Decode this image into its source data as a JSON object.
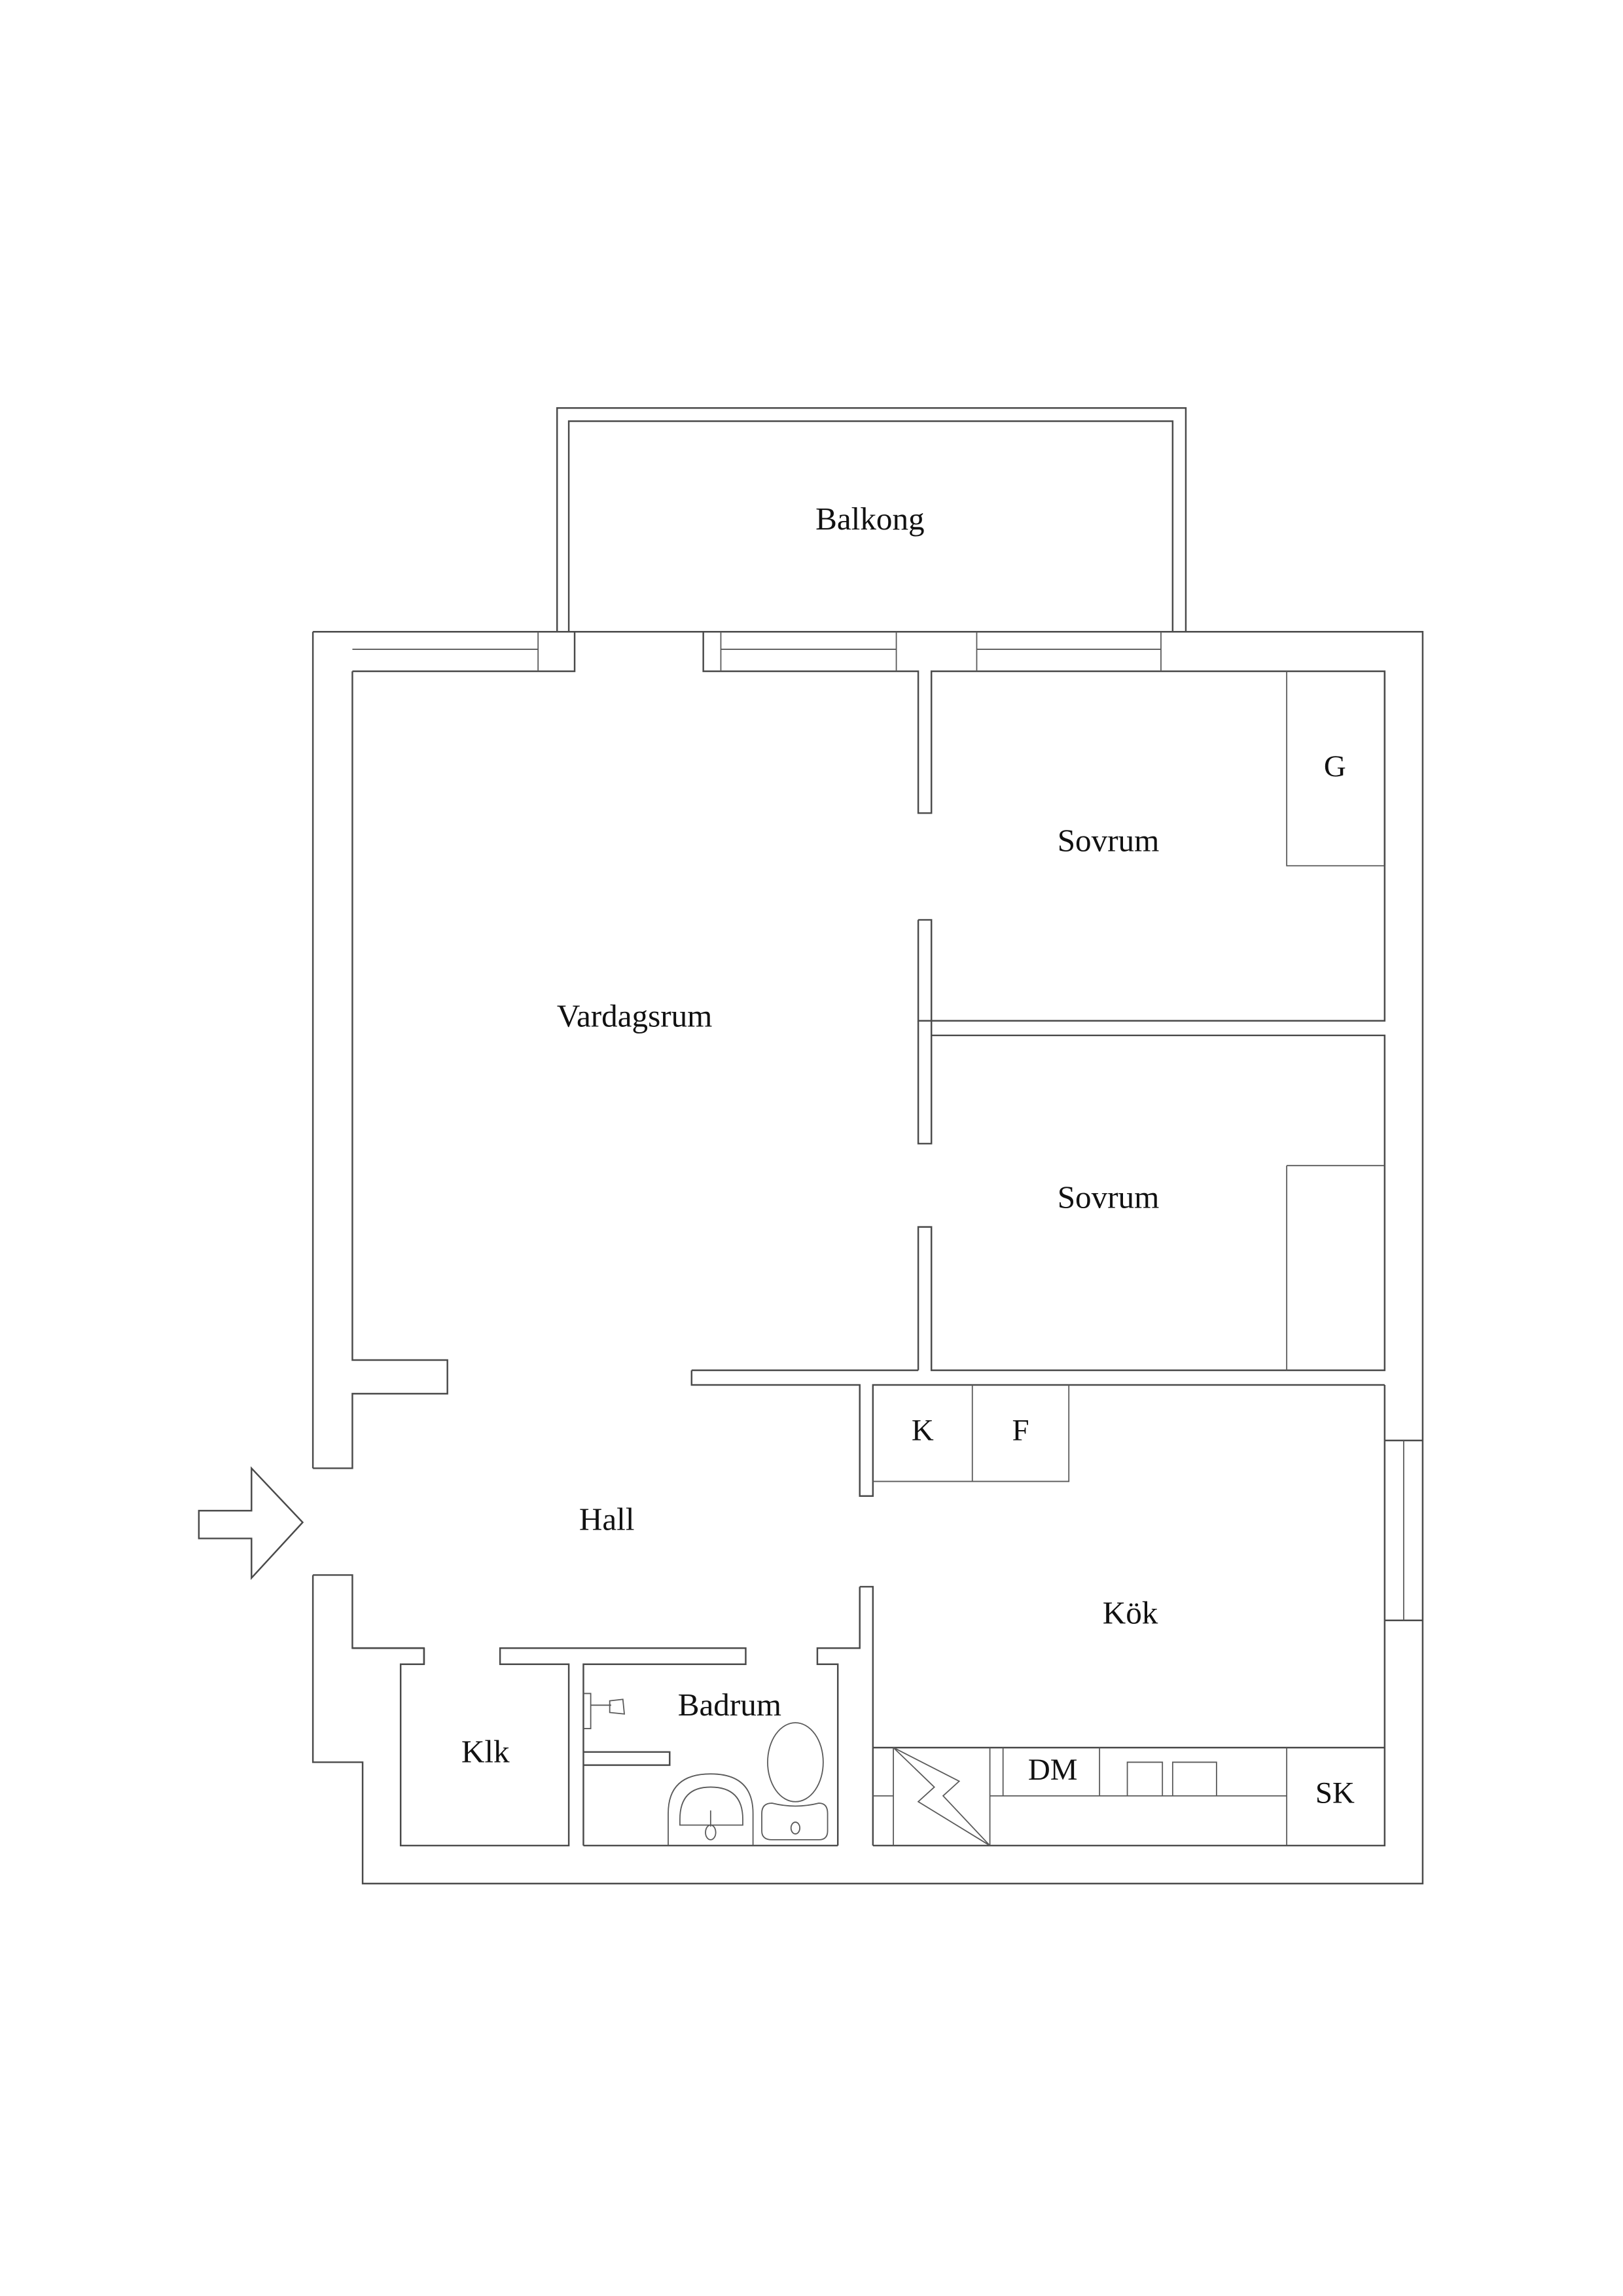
{
  "floorplan": {
    "rooms": {
      "balcony": "Balkong",
      "living_room": "Vardagsrum",
      "bedroom_1": "Sovrum",
      "bedroom_2": "Sovrum",
      "hall": "Hall",
      "kitchen": "Kök",
      "bathroom": "Badrum",
      "walk_in_closet": "Klk"
    },
    "fixtures": {
      "wardrobe": "G",
      "fridge": "K",
      "freezer": "F",
      "dishwasher": "DM",
      "broom_cupboard": "SK"
    },
    "icons": {
      "entrance": "entrance-arrow-icon",
      "stove": "stove-icon",
      "sink": "washbasin-icon",
      "toilet": "toilet-icon",
      "shower": "shower-icon",
      "kitchen_sink": "kitchen-sink-icon"
    },
    "colors": {
      "line": "#4a4a4a",
      "background": "#ffffff",
      "text": "#111111"
    }
  }
}
